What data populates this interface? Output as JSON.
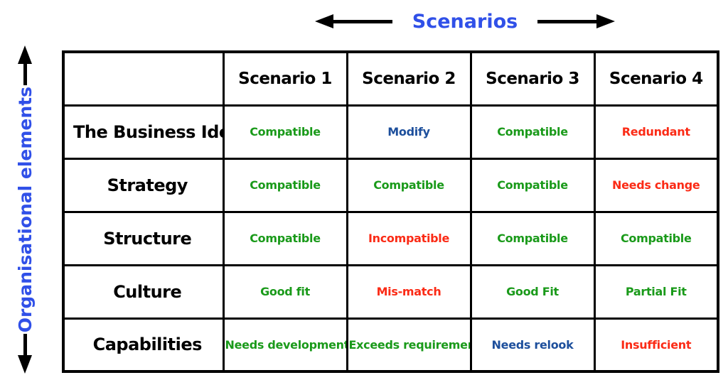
{
  "axes": {
    "horizontal_label": "Scenarios",
    "vertical_label": "Organisational elements"
  },
  "icons": {
    "top_left": "arrow-left",
    "top_right": "arrow-right",
    "side_up": "arrow-up",
    "side_down": "arrow-down"
  },
  "colors": {
    "axis_label_blue": "#3050e8",
    "positive_green": "#1a9a1a",
    "negative_red": "#fb2b16",
    "neutral_blue": "#1d4f9c",
    "border_black": "#000000"
  },
  "table": {
    "corner_label": "",
    "columns": [
      "Scenario 1",
      "Scenario 2",
      "Scenario 3",
      "Scenario 4"
    ],
    "rows": [
      {
        "label": "The Business Idea",
        "cells": [
          {
            "text": "Compatible",
            "color": "green"
          },
          {
            "text": "Modify",
            "color": "blue"
          },
          {
            "text": "Compatible",
            "color": "green"
          },
          {
            "text": "Redundant",
            "color": "red"
          }
        ]
      },
      {
        "label": "Strategy",
        "cells": [
          {
            "text": "Compatible",
            "color": "green"
          },
          {
            "text": "Compatible",
            "color": "green"
          },
          {
            "text": "Compatible",
            "color": "green"
          },
          {
            "text": "Needs change",
            "color": "red"
          }
        ]
      },
      {
        "label": "Structure",
        "cells": [
          {
            "text": "Compatible",
            "color": "green"
          },
          {
            "text": "Incompatible",
            "color": "red"
          },
          {
            "text": "Compatible",
            "color": "green"
          },
          {
            "text": "Compatible",
            "color": "green"
          }
        ]
      },
      {
        "label": "Culture",
        "cells": [
          {
            "text": "Good fit",
            "color": "green"
          },
          {
            "text": "Mis-match",
            "color": "red"
          },
          {
            "text": "Good Fit",
            "color": "green"
          },
          {
            "text": "Partial Fit",
            "color": "green"
          }
        ]
      },
      {
        "label": "Capabilities",
        "cells": [
          {
            "text": "Needs development",
            "color": "green"
          },
          {
            "text": "Exceeds requirement",
            "color": "green"
          },
          {
            "text": "Needs relook",
            "color": "blue"
          },
          {
            "text": "Insufficient",
            "color": "red"
          }
        ]
      }
    ]
  }
}
